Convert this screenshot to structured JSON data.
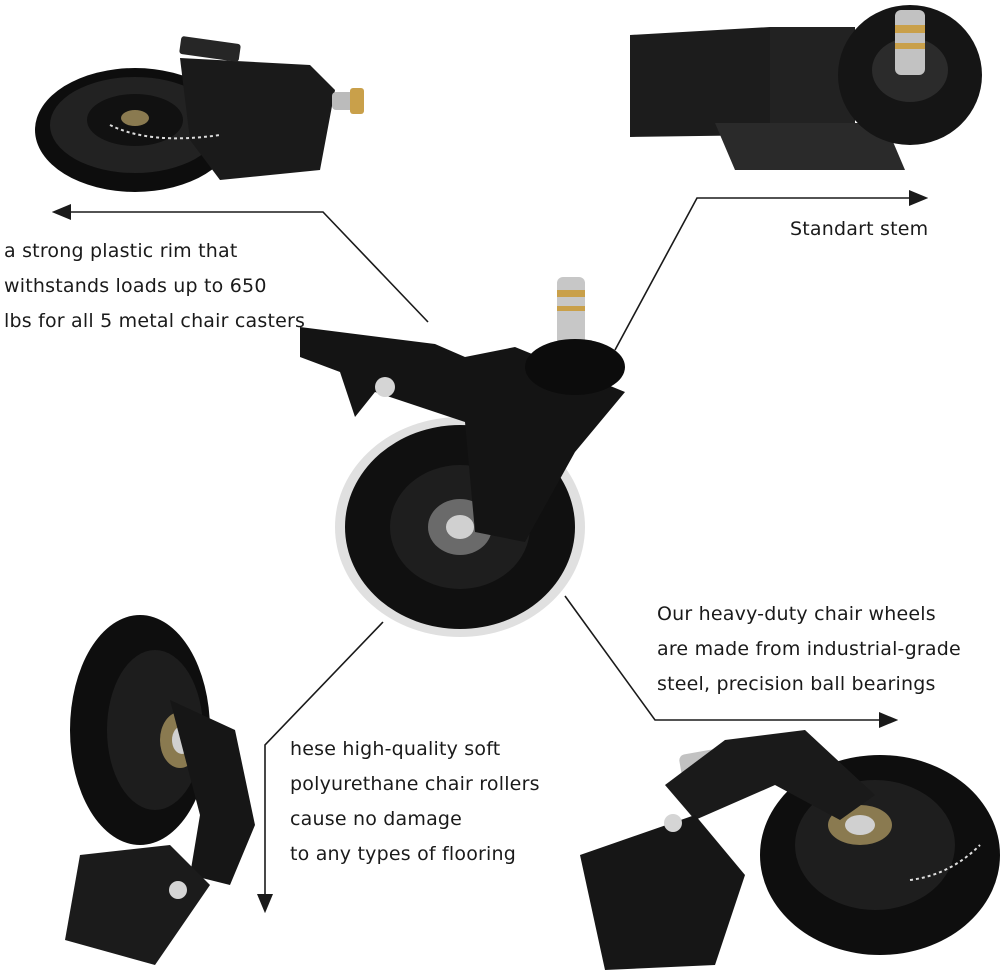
{
  "captions": {
    "rim": [
      "a strong plastic rim that",
      "withstands loads up to 650",
      "lbs for all 5 metal chair casters"
    ],
    "stem": [
      "Standart stem"
    ],
    "steel": [
      "Our heavy-duty chair wheels",
      "are made from industrial-grade",
      "steel, precision ball bearings"
    ],
    "soft": [
      "hese high-quality soft",
      "polyurethane chair rollers",
      "cause no damage",
      "to any types of flooring"
    ]
  },
  "colors": {
    "wheel": "#111111",
    "rim": "#d9d9d9",
    "metal": "#c8c8c8",
    "arrow": "#1a1a1a"
  }
}
